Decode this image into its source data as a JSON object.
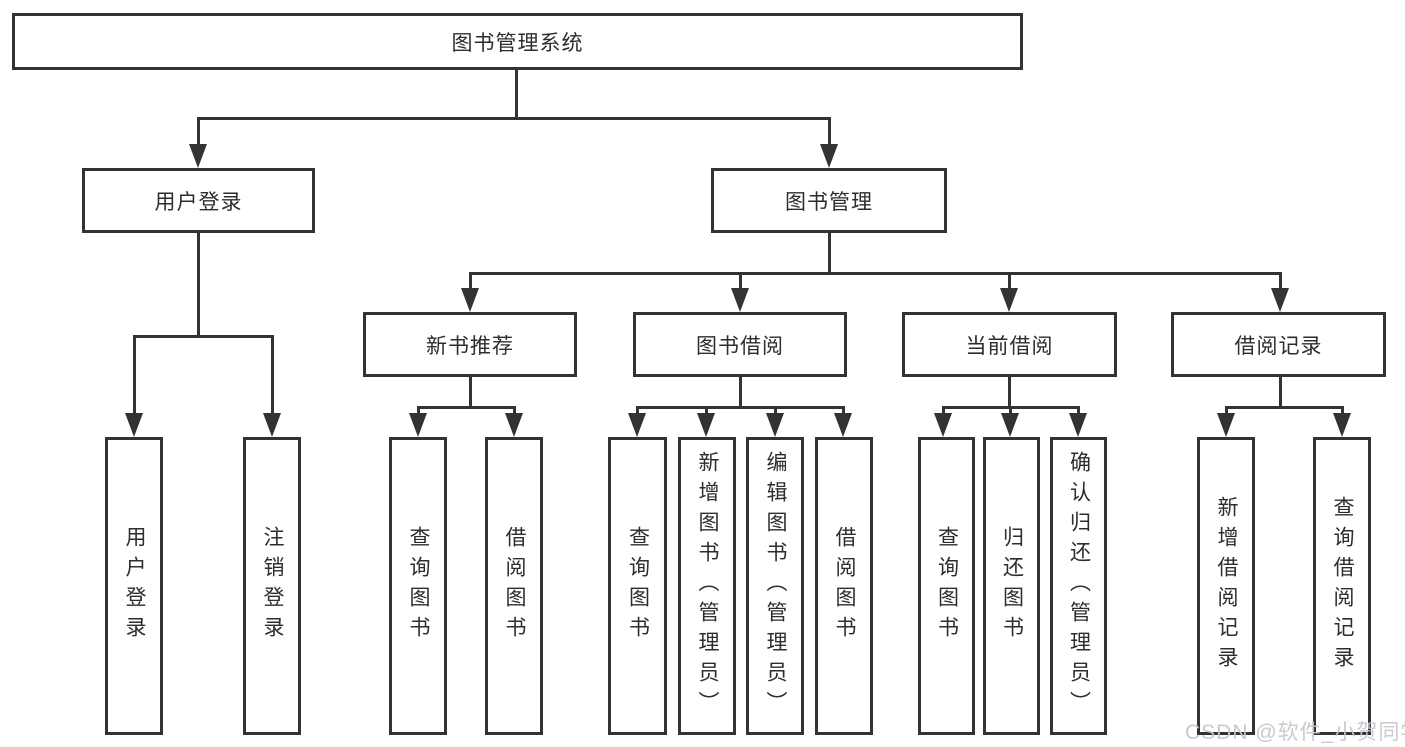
{
  "tree": {
    "root": {
      "label": "图书管理系统"
    },
    "branches": [
      {
        "label": "用户登录",
        "children": [
          {
            "label": "用户登录"
          },
          {
            "label": "注销登录"
          }
        ]
      },
      {
        "label": "图书管理",
        "children": [
          {
            "label": "新书推荐",
            "children": [
              {
                "label": "查询图书"
              },
              {
                "label": "借阅图书"
              }
            ]
          },
          {
            "label": "图书借阅",
            "children": [
              {
                "label": "查询图书"
              },
              {
                "label": "新增图书（管理员）"
              },
              {
                "label": "编辑图书（管理员）"
              },
              {
                "label": "借阅图书"
              }
            ]
          },
          {
            "label": "当前借阅",
            "children": [
              {
                "label": "查询图书"
              },
              {
                "label": "归还图书"
              },
              {
                "label": "确认归还（管理员）"
              }
            ]
          },
          {
            "label": "借阅记录",
            "children": [
              {
                "label": "新增借阅记录"
              },
              {
                "label": "查询借阅记录"
              }
            ]
          }
        ]
      }
    ]
  },
  "watermark": {
    "text": "CSDN @软件_小贺同学"
  },
  "colors": {
    "line": "#333333",
    "box_border": "#323232",
    "box_background": "#ffffff",
    "text": "#2d2d2d",
    "watermark": "#c6c6cc",
    "page_background": "#ffffff"
  }
}
